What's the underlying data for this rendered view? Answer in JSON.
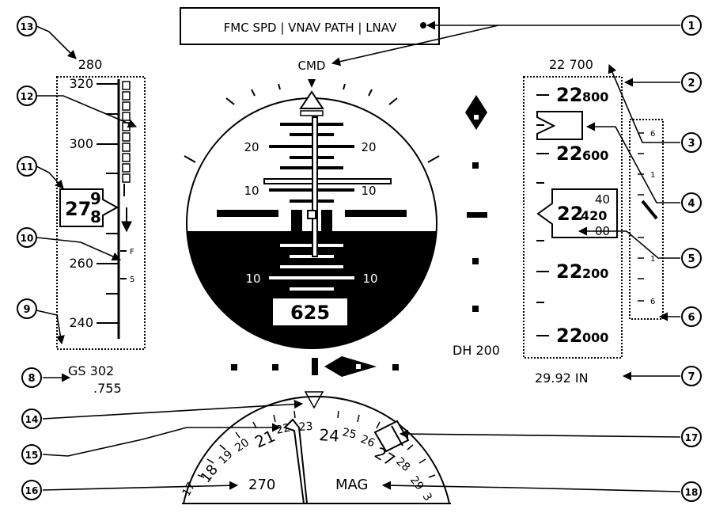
{
  "fma": {
    "text": "FMC SPD | VNAV PATH | LNAV",
    "mode": "CMD"
  },
  "speed": {
    "selected": "280",
    "scale": [
      {
        "value": "320"
      },
      {
        "value": "300"
      },
      {
        "value": "260"
      },
      {
        "value": "240"
      }
    ],
    "readout_tens": "27",
    "readout_drum_top": "9",
    "readout_drum_bottom": "8",
    "flap_marks": [
      "F",
      "5"
    ],
    "ground_speed": "GS 302",
    "mach": ".755"
  },
  "attitude": {
    "pitch_labels": [
      "20",
      "20",
      "10",
      "10",
      "10",
      "10"
    ],
    "radio_altitude": "625",
    "decision_height": "DH 200"
  },
  "altitude": {
    "selected": "22 700",
    "scale": [
      {
        "big": "22",
        "small": "800"
      },
      {
        "big": "22",
        "small": "600"
      },
      {
        "big": "22",
        "small": "200"
      },
      {
        "big": "22",
        "small": "000"
      }
    ],
    "readout_big": "22",
    "readout_small": "420",
    "readout_drum_top": "40",
    "readout_drum_bottom": "00",
    "baro": "29.92 IN"
  },
  "vsi": {
    "labels": [
      "6",
      "1",
      "1",
      "6"
    ]
  },
  "heading": {
    "selected": "270",
    "mode": "MAG",
    "compass": [
      "17",
      "18",
      "19",
      "20",
      "21",
      "22",
      "23",
      "24",
      "25",
      "26",
      "27",
      "28",
      "29",
      "3"
    ]
  },
  "callouts": [
    "1",
    "2",
    "3",
    "4",
    "5",
    "6",
    "7",
    "8",
    "9",
    "10",
    "11",
    "12",
    "13",
    "14",
    "15",
    "16",
    "17",
    "18"
  ]
}
